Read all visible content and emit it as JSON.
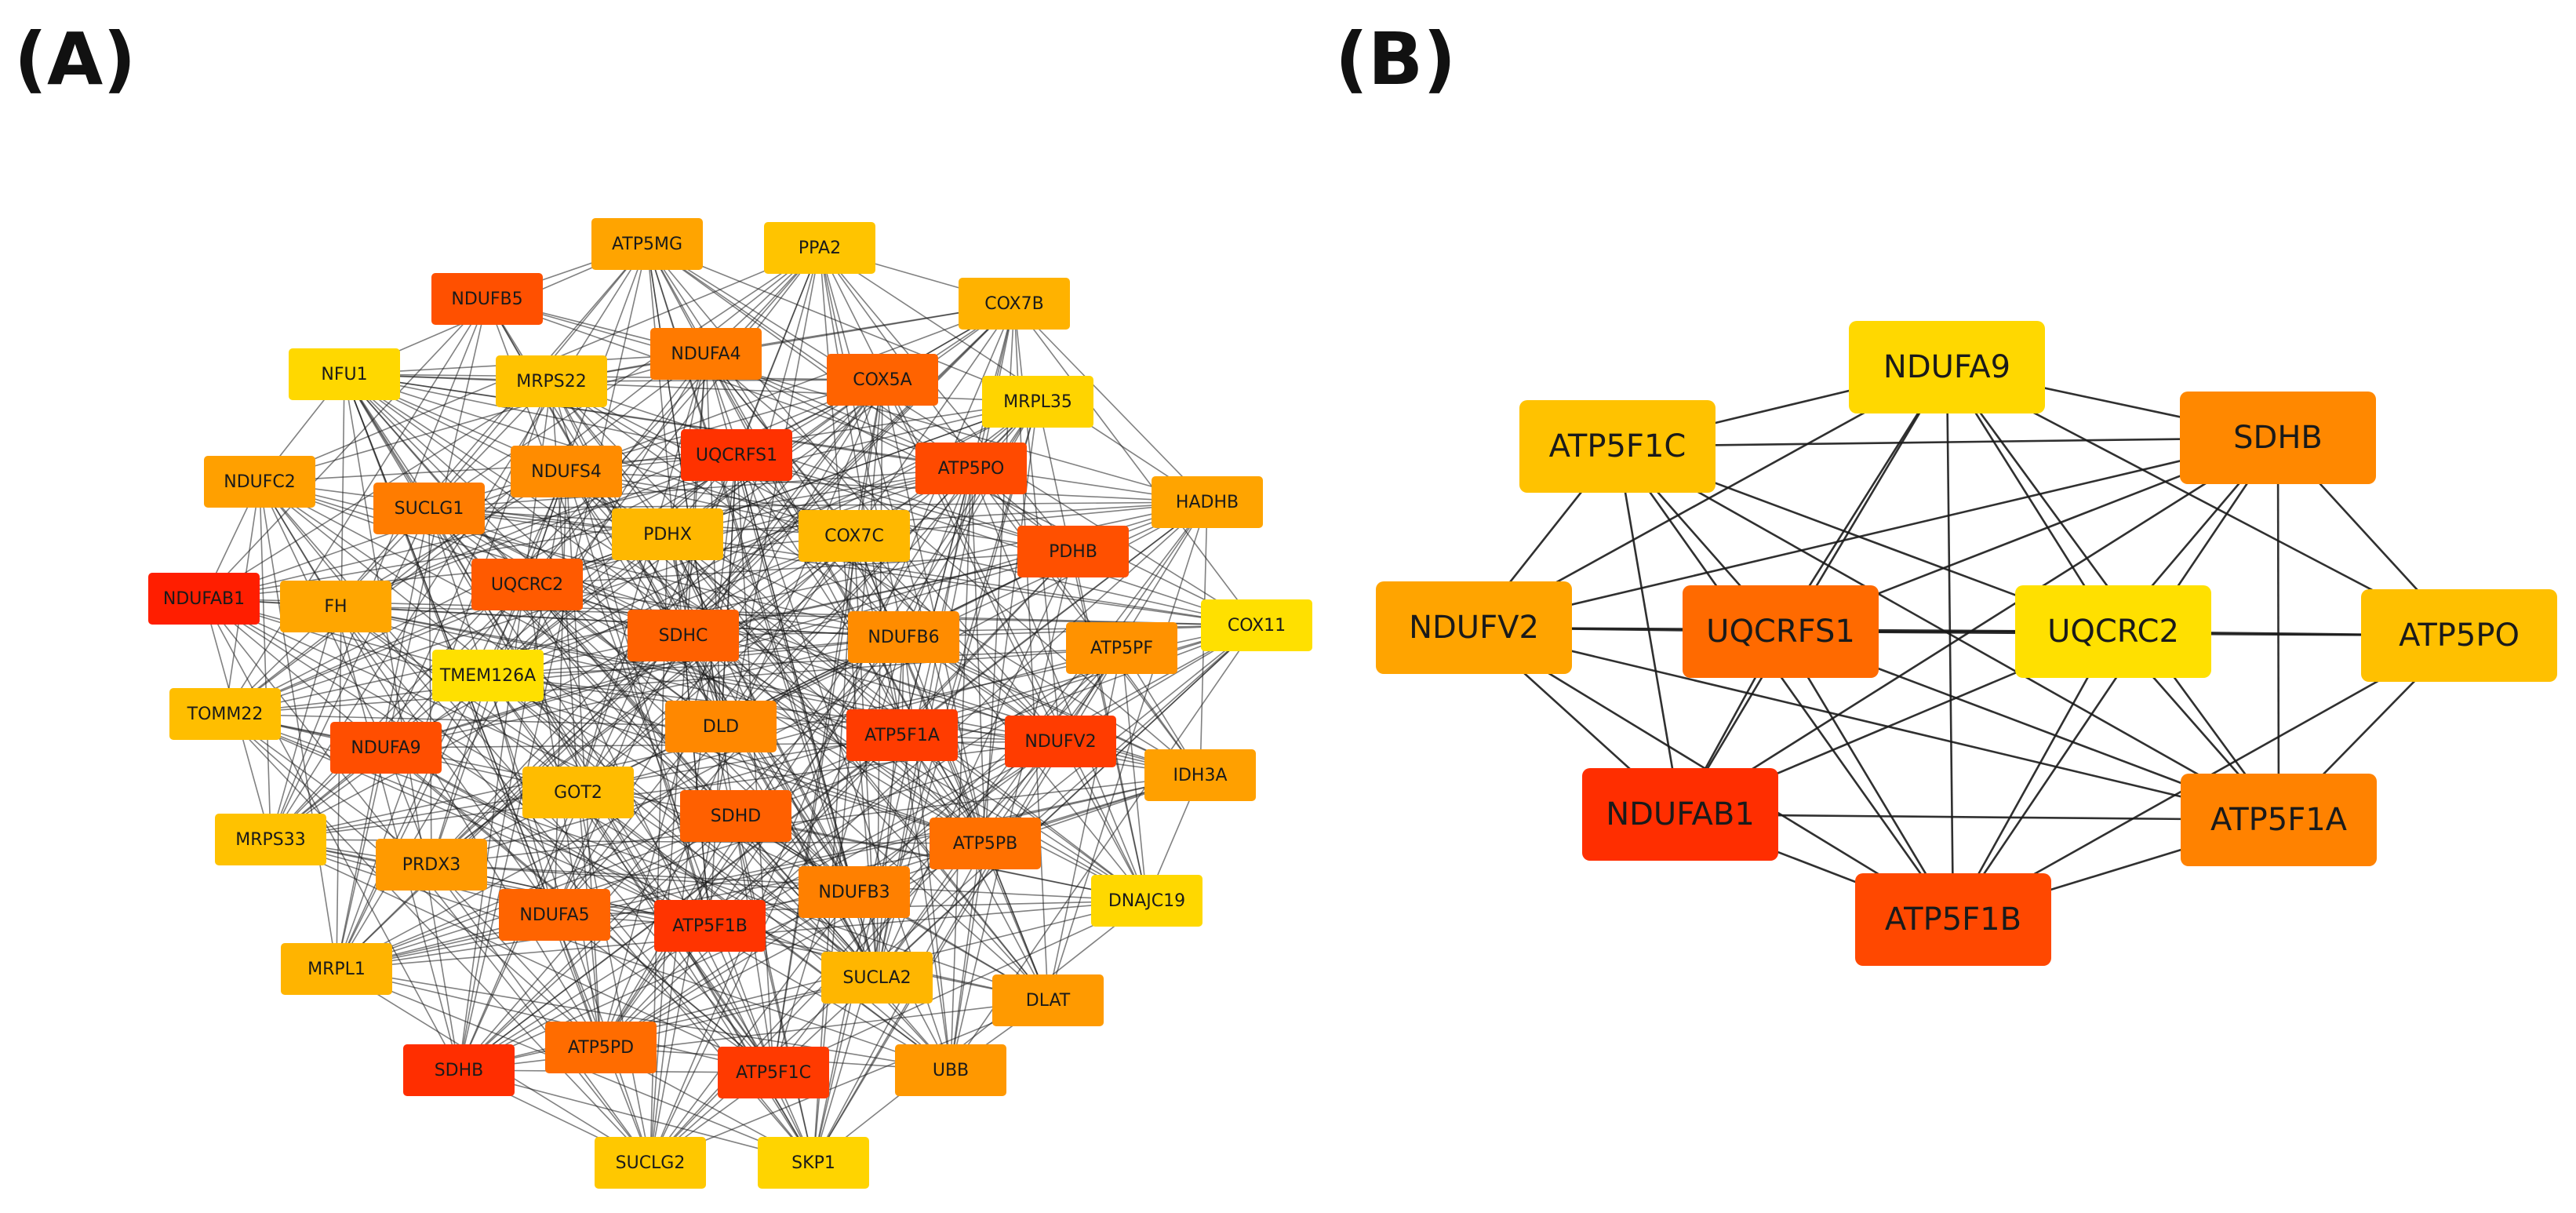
{
  "panels": [
    {
      "label": "(A)",
      "nodes": [
        {
          "id": "ATP5MG",
          "color": "#ffa400"
        },
        {
          "id": "PPA2",
          "color": "#ffc400"
        },
        {
          "id": "NDUFB5",
          "color": "#ff5000"
        },
        {
          "id": "COX7B",
          "color": "#ffb200"
        },
        {
          "id": "NFU1",
          "color": "#ffd800"
        },
        {
          "id": "MRPS22",
          "color": "#ffc300"
        },
        {
          "id": "NDUFA4",
          "color": "#ff7a00"
        },
        {
          "id": "COX5A",
          "color": "#ff6300"
        },
        {
          "id": "MRPL35",
          "color": "#ffd400"
        },
        {
          "id": "UQCRFS1",
          "color": "#ff3200"
        },
        {
          "id": "ATP5PO",
          "color": "#ff4a00"
        },
        {
          "id": "NDUFC2",
          "color": "#ffa000"
        },
        {
          "id": "SUCLG1",
          "color": "#ff7c00"
        },
        {
          "id": "NDUFS4",
          "color": "#ff8c00"
        },
        {
          "id": "HADHB",
          "color": "#ffa400"
        },
        {
          "id": "PDHX",
          "color": "#ffb800"
        },
        {
          "id": "COX7C",
          "color": "#ffb800"
        },
        {
          "id": "PDHB",
          "color": "#ff5000"
        },
        {
          "id": "NDUFAB1",
          "color": "#ff1e00"
        },
        {
          "id": "FH",
          "color": "#ffa600"
        },
        {
          "id": "UQCRC2",
          "color": "#ff5a00"
        },
        {
          "id": "COX11",
          "color": "#ffe000"
        },
        {
          "id": "SDHC",
          "color": "#ff6000"
        },
        {
          "id": "NDUFB6",
          "color": "#ff8c00"
        },
        {
          "id": "ATP5PF",
          "color": "#ff9200"
        },
        {
          "id": "TMEM126A",
          "color": "#ffe000"
        },
        {
          "id": "TOMM22",
          "color": "#ffbe00"
        },
        {
          "id": "DLD",
          "color": "#ff8800"
        },
        {
          "id": "ATP5F1A",
          "color": "#ff3c00"
        },
        {
          "id": "NDUFV2",
          "color": "#ff3c00"
        },
        {
          "id": "NDUFA9",
          "color": "#ff4e00"
        },
        {
          "id": "IDH3A",
          "color": "#ffa000"
        },
        {
          "id": "GOT2",
          "color": "#ffbc00"
        },
        {
          "id": "SDHD",
          "color": "#ff6000"
        },
        {
          "id": "MRPS33",
          "color": "#ffc200"
        },
        {
          "id": "PRDX3",
          "color": "#ff9a00"
        },
        {
          "id": "ATP5PB",
          "color": "#ff7000"
        },
        {
          "id": "DNAJC19",
          "color": "#ffd800"
        },
        {
          "id": "NDUFB3",
          "color": "#ff8000"
        },
        {
          "id": "NDUFA5",
          "color": "#ff6400"
        },
        {
          "id": "ATP5F1B",
          "color": "#ff3400"
        },
        {
          "id": "MRPL1",
          "color": "#ffb400"
        },
        {
          "id": "SUCLA2",
          "color": "#ffb600"
        },
        {
          "id": "DLAT",
          "color": "#ff9a00"
        },
        {
          "id": "SDHB",
          "color": "#ff2e00"
        },
        {
          "id": "ATP5PD",
          "color": "#ff6c00"
        },
        {
          "id": "ATP5F1C",
          "color": "#ff3a00"
        },
        {
          "id": "UBB",
          "color": "#ff9800"
        },
        {
          "id": "SUCLG2",
          "color": "#ffc800"
        },
        {
          "id": "SKP1",
          "color": "#ffd400"
        }
      ]
    },
    {
      "label": "(B)",
      "nodes": [
        {
          "id": "NDUFA9",
          "color": "#ffd800"
        },
        {
          "id": "ATP5F1C",
          "color": "#ffc200"
        },
        {
          "id": "SDHB",
          "color": "#ff8800"
        },
        {
          "id": "NDUFV2",
          "color": "#ffa400"
        },
        {
          "id": "UQCRFS1",
          "color": "#ff6a00"
        },
        {
          "id": "UQCRC2",
          "color": "#ffe000"
        },
        {
          "id": "ATP5PO",
          "color": "#ffc000"
        },
        {
          "id": "NDUFAB1",
          "color": "#ff2e00"
        },
        {
          "id": "ATP5F1A",
          "color": "#ff8200"
        },
        {
          "id": "ATP5F1B",
          "color": "#ff4800"
        }
      ]
    }
  ]
}
